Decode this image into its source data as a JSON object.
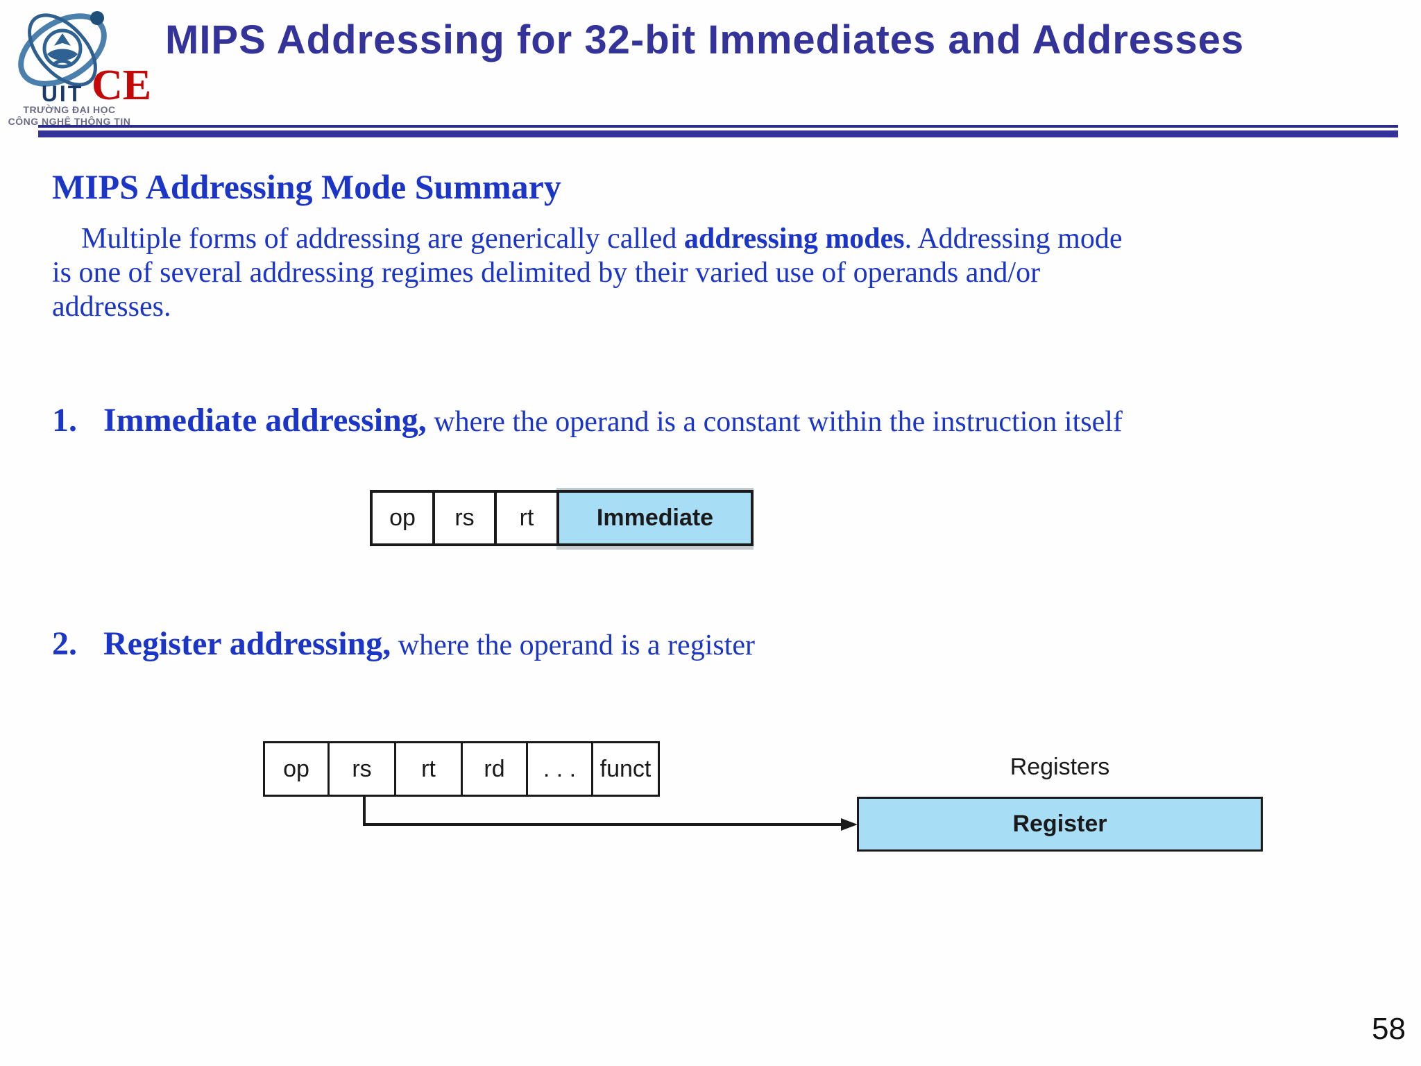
{
  "header": {
    "title": "MIPS Addressing for 32-bit Immediates and Addresses",
    "ce_label": "CE",
    "logo": {
      "acronym": "UIT",
      "line1": "TRƯỜNG ĐẠI HỌC",
      "line2": "CÔNG NGHỆ THÔNG TIN"
    }
  },
  "content": {
    "section_heading": "MIPS Addressing Mode Summary",
    "paragraph": {
      "segments": [
        {
          "text": "    Multiple forms of addressing are generically called ",
          "bold": false
        },
        {
          "text": "addressing modes",
          "bold": true
        },
        {
          "text": ". Addressing mode\nis one of several addressing regimes delimited by their varied use of operands and/or\naddresses.",
          "bold": false
        }
      ]
    },
    "items": [
      {
        "number": "1.",
        "bold": "Immediate addressing,",
        "rest": " where the operand is a constant within the instruction itself"
      },
      {
        "number": "2.",
        "bold": "Register addressing,",
        "rest": " where the operand is a register"
      }
    ]
  },
  "diagram_immediate": {
    "fields": [
      "op",
      "rs",
      "rt"
    ],
    "highlight": "Immediate"
  },
  "diagram_register": {
    "fields": [
      "op",
      "rs",
      "rt",
      "rd",
      ". . .",
      "funct"
    ],
    "label": "Registers",
    "highlight": "Register"
  },
  "footer": {
    "page_number": "58"
  },
  "colors": {
    "accent_indigo": "#333399",
    "text_blue": "#1b35c6",
    "box_fill_blue": "#a8def5",
    "ce_red": "#c40808"
  }
}
